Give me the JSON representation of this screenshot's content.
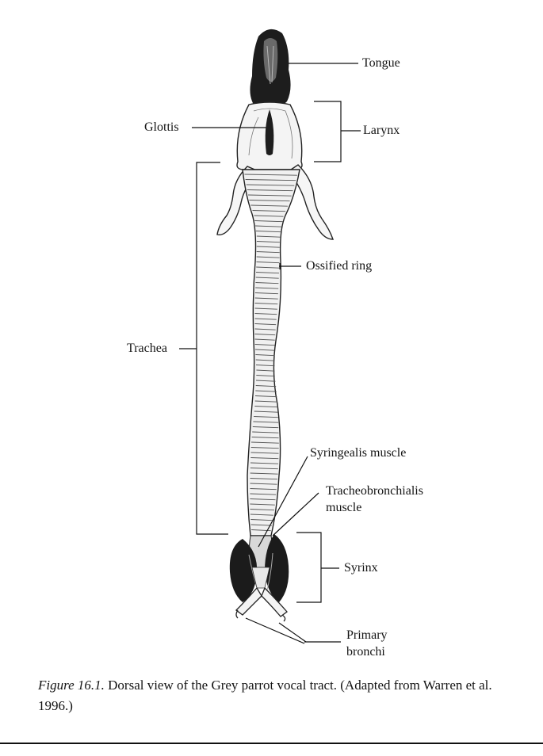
{
  "labels": {
    "tongue": "Tongue",
    "glottis": "Glottis",
    "larynx": "Larynx",
    "ossified_ring": "Ossified ring",
    "trachea": "Trachea",
    "syringealis_muscle": "Syringealis muscle",
    "tracheobronchialis_line1": "Tracheobronchialis",
    "tracheobronchialis_line2": "muscle",
    "syrinx": "Syrinx",
    "primary_bronchi_line1": "Primary",
    "primary_bronchi_line2": "bronchi"
  },
  "caption": {
    "label": "Figure 16.1.",
    "text": "Dorsal view of the Grey parrot vocal tract. (Adapted from Warren et al. 1996.)"
  }
}
